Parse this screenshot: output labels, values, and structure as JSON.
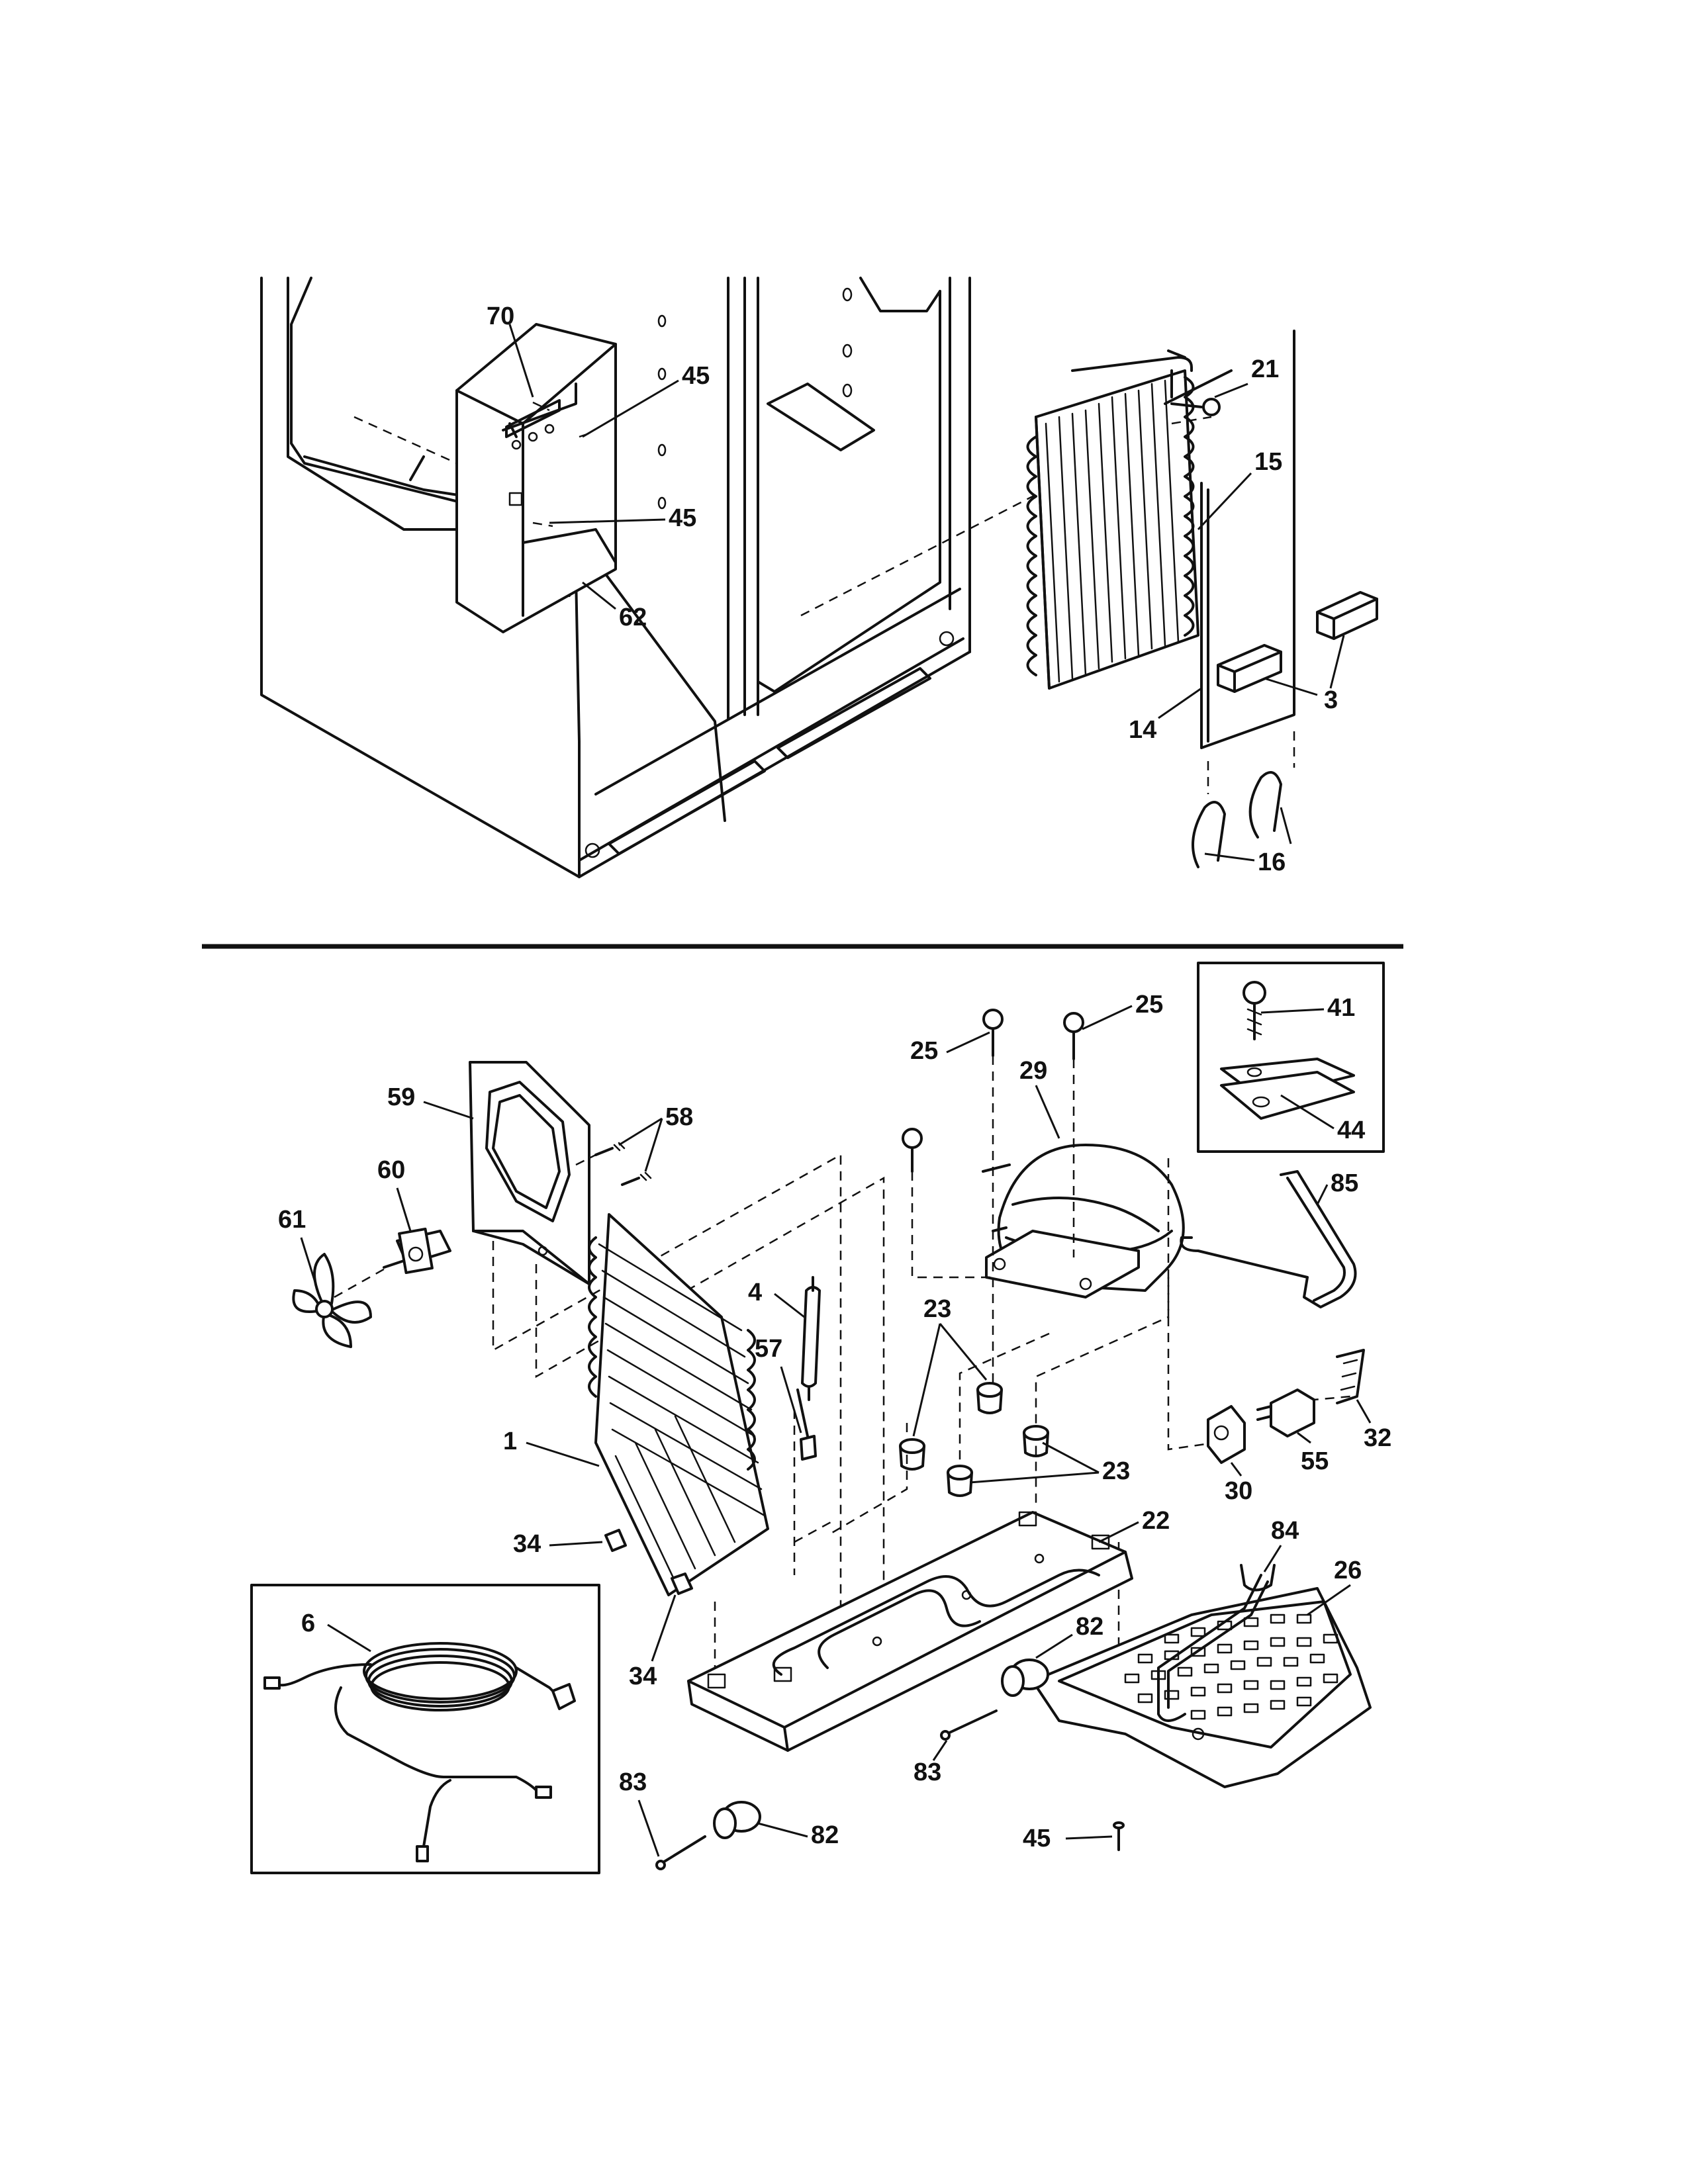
{
  "diagram": {
    "callouts": {
      "c70": "70",
      "c45a": "45",
      "c45b": "45",
      "c62": "62",
      "c21": "21",
      "c15": "15",
      "c3": "3",
      "c14": "14",
      "c16": "16",
      "c25a": "25",
      "c25b": "25",
      "c29": "29",
      "c41": "41",
      "c44": "44",
      "c59": "59",
      "c58": "58",
      "c60": "60",
      "c61": "61",
      "c85": "85",
      "c4": "4",
      "c57": "57",
      "c23a": "23",
      "c23b": "23",
      "c1": "1",
      "c30": "30",
      "c55": "55",
      "c32": "32",
      "c34a": "34",
      "c34b": "34",
      "c22": "22",
      "c84": "84",
      "c26": "26",
      "c6": "6",
      "c82a": "82",
      "c82b": "82",
      "c83a": "83",
      "c83b": "83",
      "c45c": "45"
    }
  }
}
